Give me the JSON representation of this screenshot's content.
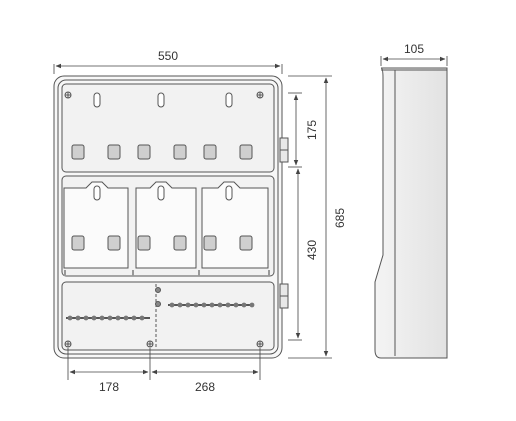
{
  "dimensions": {
    "overall_width": "550",
    "depth": "105",
    "upper_height": "175",
    "middle_height": "430",
    "overall_height": "685",
    "bottom_left_width": "178",
    "bottom_right_width": "268"
  }
}
